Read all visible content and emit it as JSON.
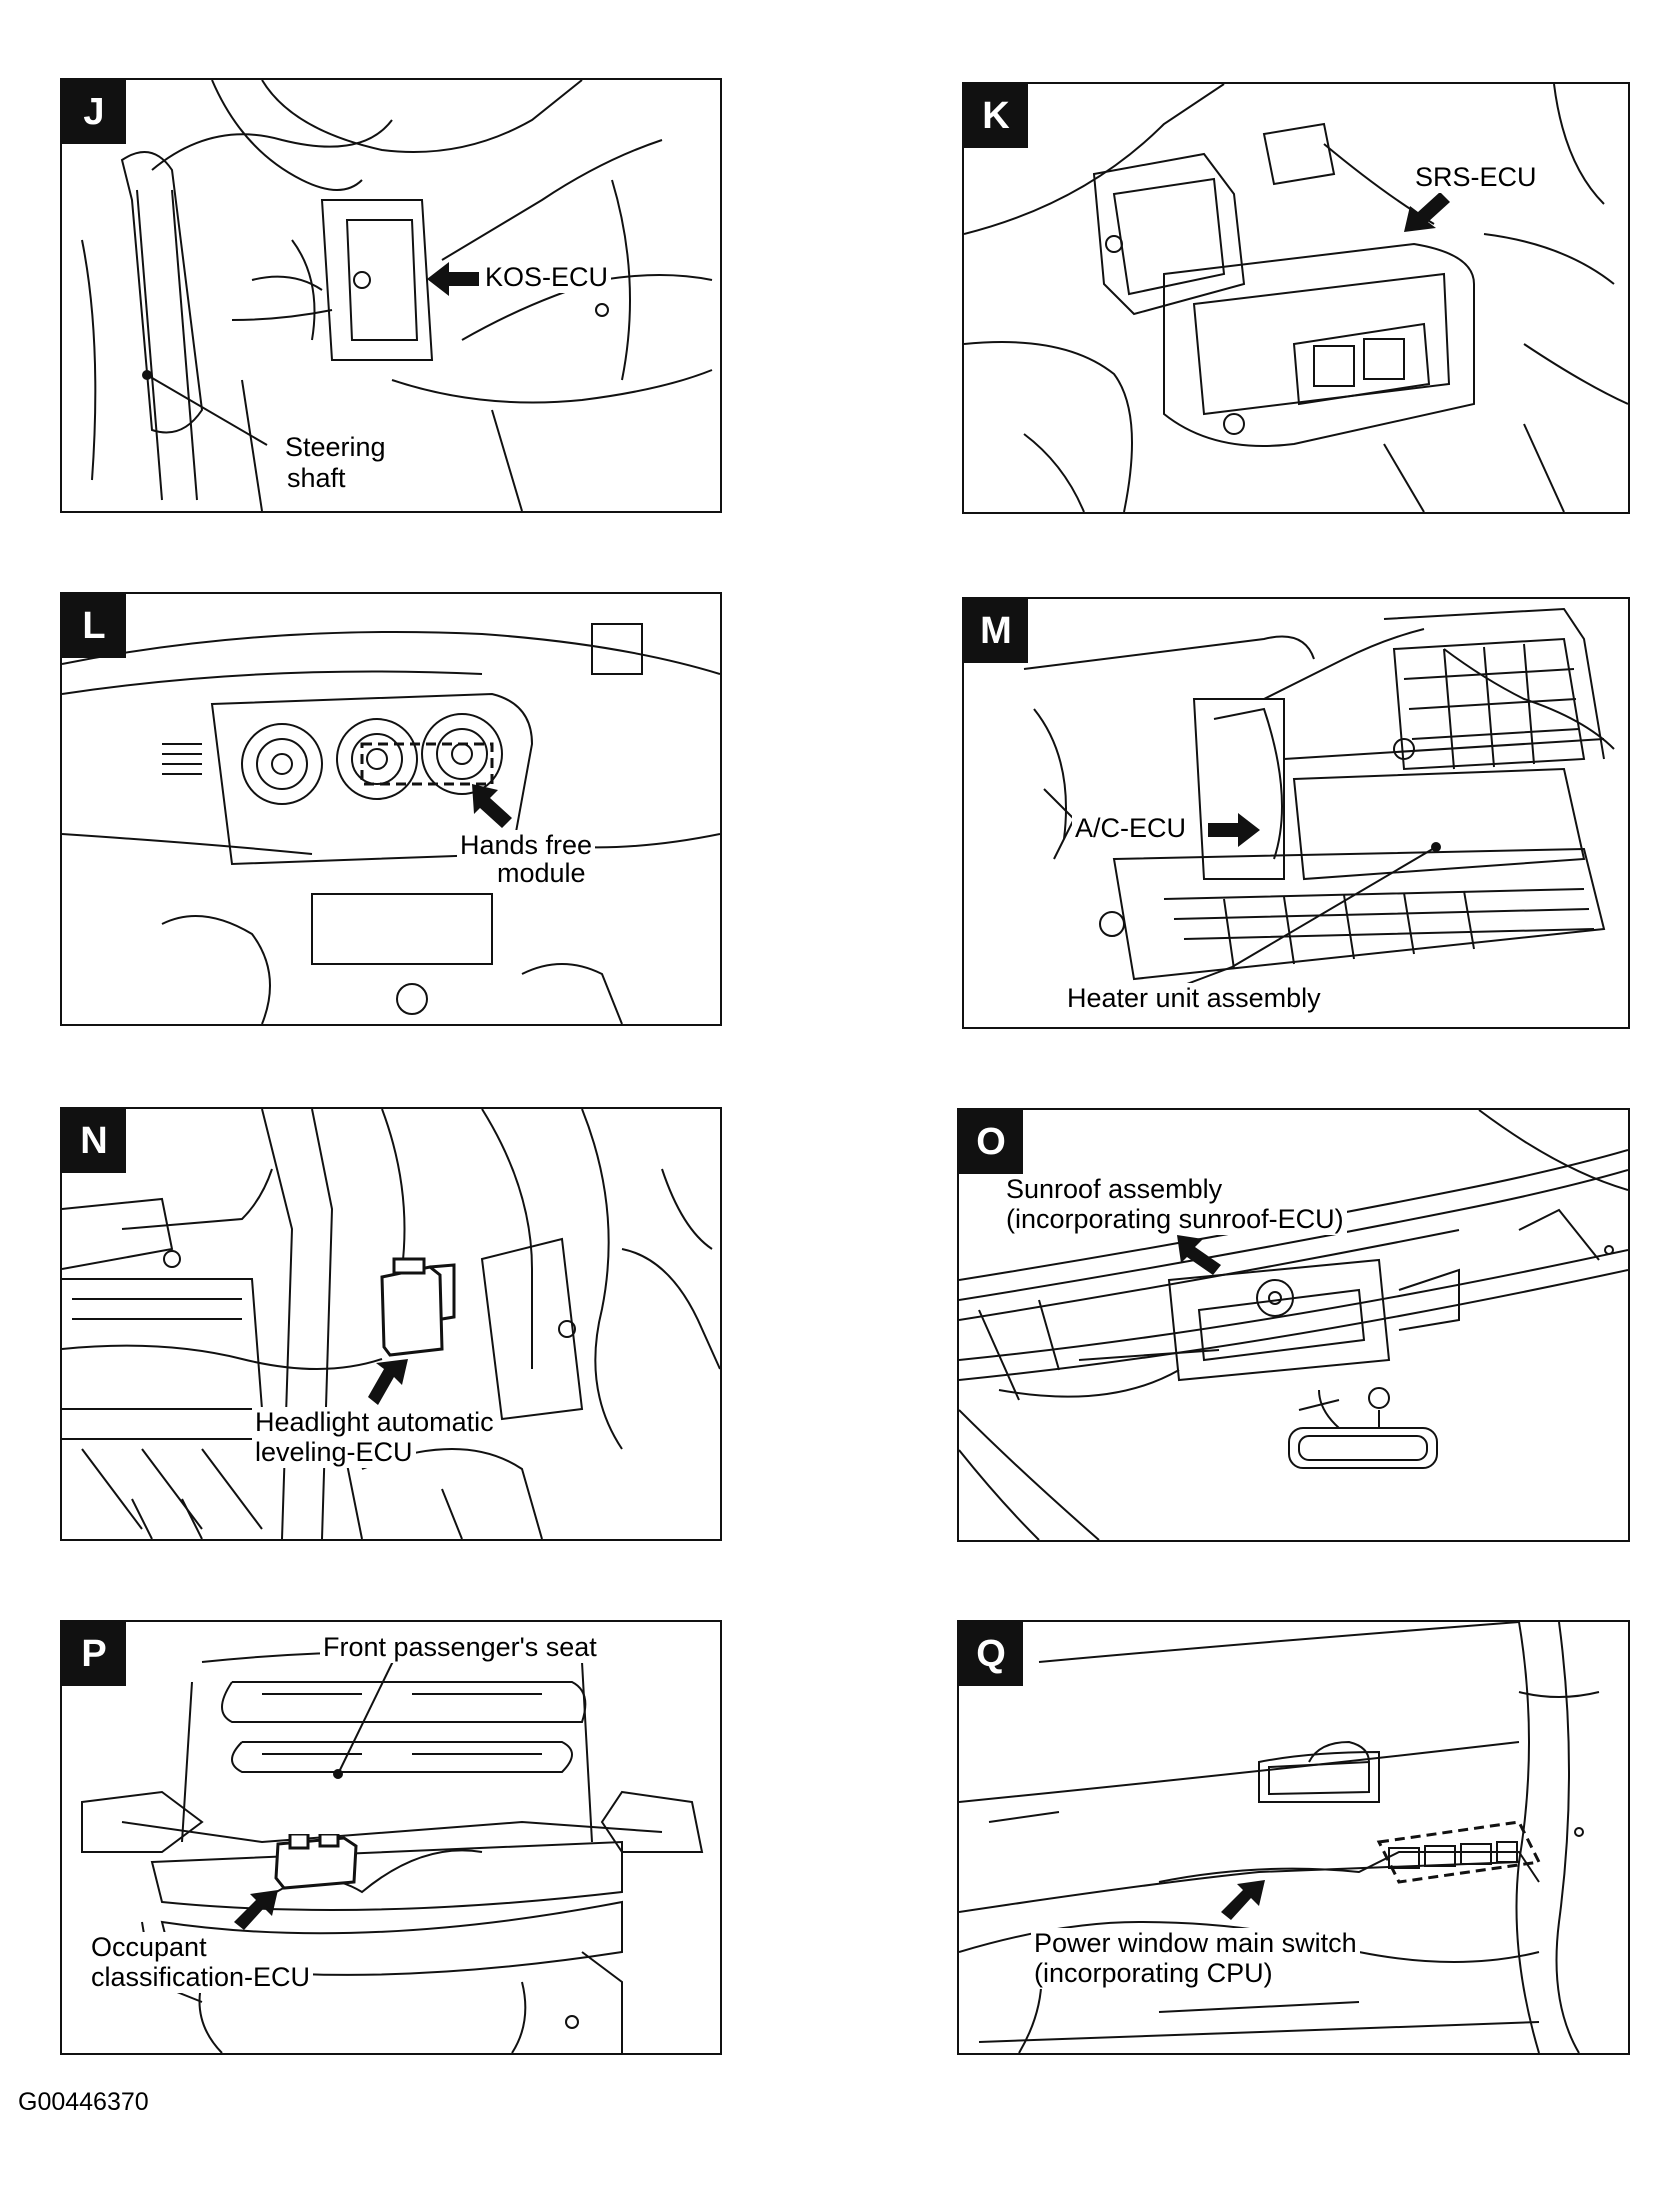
{
  "panels": {
    "J": {
      "letter": "J",
      "labels": [
        "KOS-ECU",
        "Steering",
        "shaft"
      ]
    },
    "K": {
      "letter": "K",
      "labels": [
        "SRS-ECU"
      ]
    },
    "L": {
      "letter": "L",
      "labels": [
        "Hands free",
        "module"
      ]
    },
    "M": {
      "letter": "M",
      "labels": [
        "A/C-ECU",
        "Heater unit assembly"
      ]
    },
    "N": {
      "letter": "N",
      "labels": [
        "Headlight automatic",
        "leveling-ECU"
      ]
    },
    "O": {
      "letter": "O",
      "labels": [
        "Sunroof assembly",
        "(incorporating sunroof-ECU)"
      ]
    },
    "P": {
      "letter": "P",
      "labels": [
        "Front passenger's seat",
        "Occupant",
        "classification-ECU"
      ]
    },
    "Q": {
      "letter": "Q",
      "labels": [
        "Power window main switch",
        "(incorporating CPU)"
      ]
    }
  },
  "figure_id": "G00446370"
}
